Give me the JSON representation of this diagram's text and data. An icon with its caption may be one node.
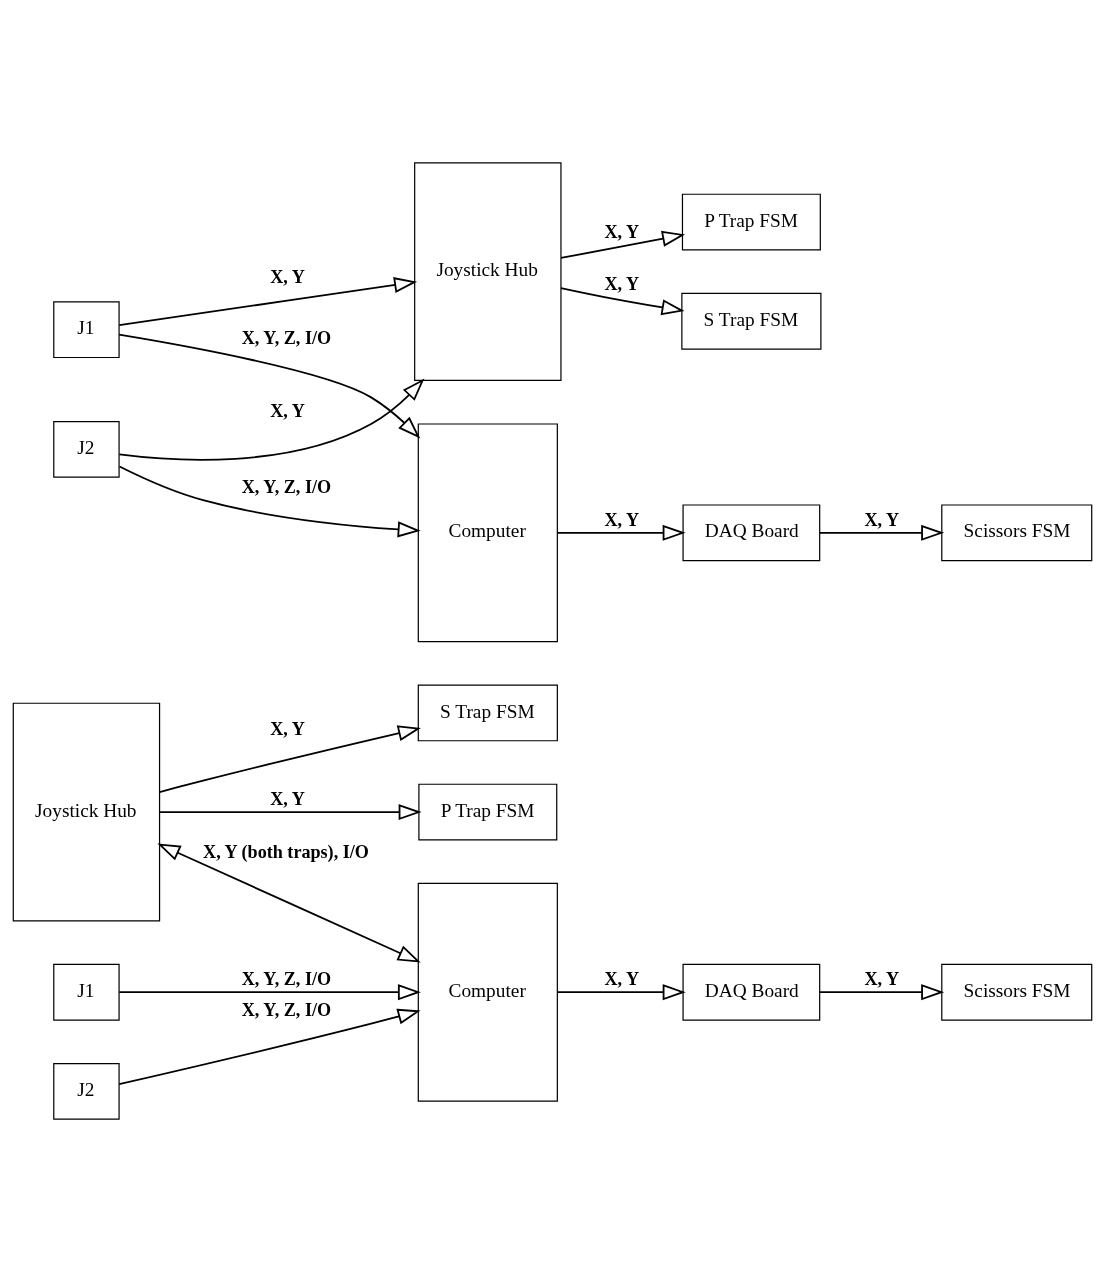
{
  "diagram": {
    "nodes": [
      {
        "text": [
          "S Trap FSM"
        ]
      },
      {
        "text": [
          "P Trap FSM"
        ]
      },
      {
        "text": [
          "Scissors FSM"
        ]
      },
      {
        "text": [
          "Joystick Hub"
        ]
      },
      {
        "text": [
          "J1"
        ]
      },
      {
        "text": [
          "J2"
        ]
      },
      {
        "text": [
          "Computer"
        ]
      },
      {
        "text": [
          "DAQ Board"
        ]
      },
      {
        "text": [
          "S Trap FSM"
        ]
      },
      {
        "text": [
          "P Trap FSM"
        ]
      },
      {
        "text": [
          "Scissors FSM"
        ]
      },
      {
        "text": [
          "Joystick Hub"
        ]
      },
      {
        "text": [
          "J1"
        ]
      },
      {
        "text": [
          "J2"
        ]
      },
      {
        "text": [
          "Computer"
        ]
      },
      {
        "text": [
          "DAQ Board"
        ]
      }
    ],
    "edges": [
      {
        "from": 3,
        "to": 0,
        "arrow": "to",
        "label": "X, Y"
      },
      {
        "from": 3,
        "to": 1,
        "arrow": "to",
        "label": "X, Y"
      },
      {
        "from": 3,
        "to": 6,
        "arrow": "both",
        "label": "X, Y (both traps), I/O"
      },
      {
        "from": 4,
        "to": 6,
        "arrow": "to",
        "label": "X, Y, Z, I/O"
      },
      {
        "from": 5,
        "to": 6,
        "arrow": "to",
        "label": "X, Y, Z, I/O"
      },
      {
        "from": 6,
        "to": 7,
        "arrow": "to",
        "label": "X, Y"
      },
      {
        "from": 7,
        "to": 2,
        "arrow": "to",
        "label": "X, Y"
      },
      {
        "from": 11,
        "to": 8,
        "arrow": "to",
        "label": "X, Y"
      },
      {
        "from": 11,
        "to": 9,
        "arrow": "to",
        "label": "X, Y"
      },
      {
        "from": 12,
        "to": 11,
        "arrow": "to",
        "label": "X, Y"
      },
      {
        "from": 12,
        "to": 14,
        "arrow": "to",
        "label": "X, Y, Z, I/O"
      },
      {
        "from": 13,
        "to": 11,
        "arrow": "to",
        "label": "X, Y"
      },
      {
        "from": 13,
        "to": 14,
        "arrow": "to",
        "label": "X, Y, Z, I/O"
      },
      {
        "from": 14,
        "to": 15,
        "arrow": "to",
        "label": "X, Y"
      },
      {
        "from": 15,
        "to": 10,
        "arrow": "to",
        "label": "X, Y"
      }
    ]
  }
}
